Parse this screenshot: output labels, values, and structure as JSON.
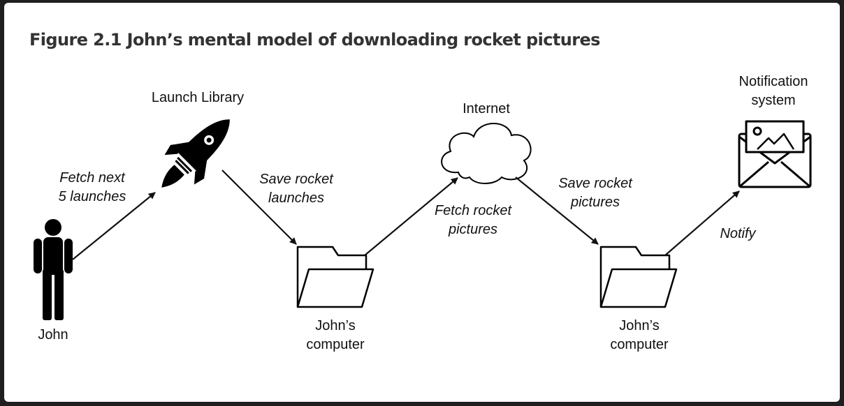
{
  "figure": {
    "title": "Figure 2.1 John’s mental model of downloading rocket pictures"
  },
  "nodes": {
    "john": "John",
    "launch_library": "Launch Library",
    "internet": "Internet",
    "computer_1": [
      "John’s",
      "computer"
    ],
    "computer_2": [
      "John’s",
      "computer"
    ],
    "notification": [
      "Notification",
      "system"
    ]
  },
  "edges": {
    "fetch_launches": [
      "Fetch next",
      "5 launches"
    ],
    "save_launches": [
      "Save rocket",
      "launches"
    ],
    "fetch_pictures": [
      "Fetch rocket",
      "pictures"
    ],
    "save_pictures": [
      "Save rocket",
      "pictures"
    ],
    "notify": "Notify"
  },
  "icons": {
    "person": "person-icon",
    "rocket": "rocket-icon",
    "cloud": "cloud-icon",
    "folder": "folder-icon",
    "mail": "envelope-image-icon"
  },
  "colors": {
    "background": "#1f1f1f",
    "card": "#ffffff",
    "ink": "#111111",
    "title": "#333333"
  }
}
